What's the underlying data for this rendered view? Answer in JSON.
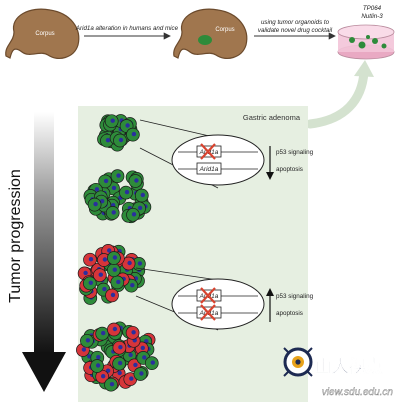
{
  "top_row": {
    "stomach_label_1": "Corpus",
    "arrow_1_label": "Arid1a alteration in humans and mice",
    "stomach_label_2": "Corpus",
    "arrow_2_label_line1": "using tumor organoids to",
    "arrow_2_label_line2": "validate novel drug cocktail",
    "drug_label_1": "TP064",
    "drug_label_2": "Nutlin-3"
  },
  "side": {
    "tumor_progression_label": "Tumor progression"
  },
  "panel": {
    "title": "Gastric adenoma",
    "upper_inset": {
      "gene_label_1": "Arid1a",
      "gene_label_2": "Arid1a",
      "effect_1": "p53 signaling",
      "effect_1_direction": "down",
      "effect_2": "apoptosis",
      "effect_2_direction": "down"
    },
    "lower_inset": {
      "gene_label_1": "Arid1a",
      "gene_label_2": "Arid1a",
      "effect_1": "p53 signaling",
      "effect_1_direction": "up",
      "effect_2": "apoptosis",
      "effect_2_direction": "up"
    }
  },
  "watermark": {
    "chinese_text": "山大视点",
    "url_text": "view.sdu.edu.cn"
  },
  "colors": {
    "stomach_fill": "#a0764e",
    "stomach_outline": "#6b4a2c",
    "tumor_green": "#2e8b3a",
    "tumor_red": "#d6353a",
    "nucleus_blue": "#2a2f9e",
    "panel_bg": "#e6efe1",
    "dish_pink": "#f3c4d8",
    "x_mark": "#d8432f"
  }
}
